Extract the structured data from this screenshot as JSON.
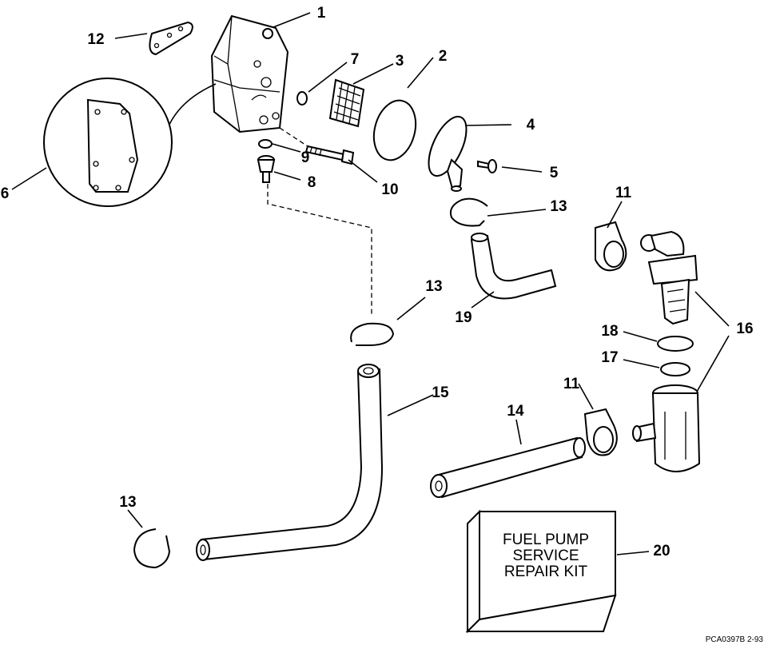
{
  "callouts": {
    "c1": "1",
    "c2": "2",
    "c3": "3",
    "c4": "4",
    "c5": "5",
    "c6": "6",
    "c7": "7",
    "c8": "8",
    "c9": "9",
    "c10": "10",
    "c11a": "11",
    "c11b": "11",
    "c12": "12",
    "c13a": "13",
    "c13b": "13",
    "c13c": "13",
    "c14": "14",
    "c15": "15",
    "c16": "16",
    "c17": "17",
    "c18": "18",
    "c19": "19",
    "c20": "20"
  },
  "kit_box": {
    "line1": "FUEL PUMP",
    "line2": "SERVICE",
    "line3": "REPAIR KIT"
  },
  "footer_code": "PCA0397B  2-93"
}
